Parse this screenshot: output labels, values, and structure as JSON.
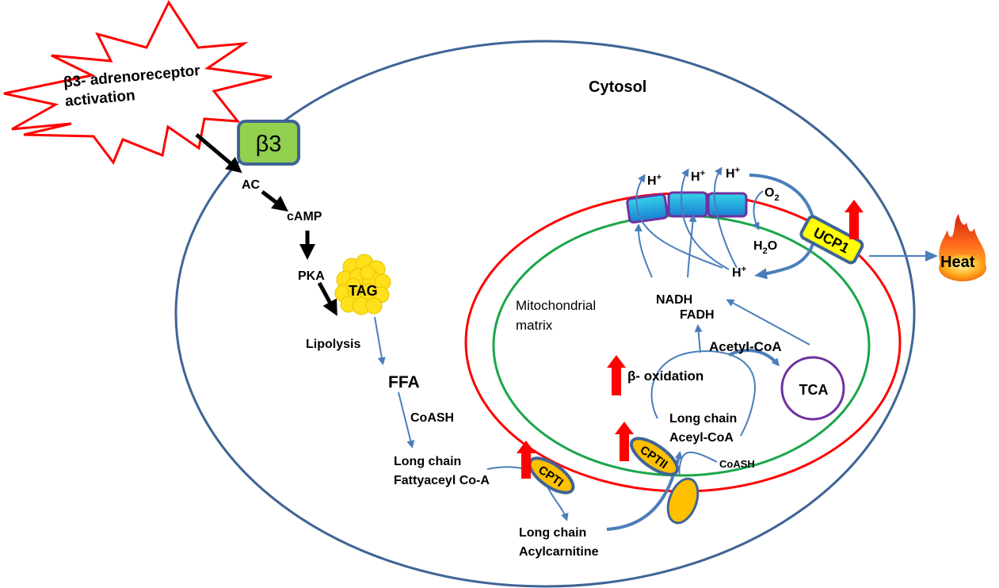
{
  "title": "Beta3-adrenoreceptor activation and mitochondrial fatty acid oxidation / thermogenesis",
  "colors": {
    "cell_membrane": "#3f6496",
    "outer_mito_membrane": "#ff0000",
    "inner_mito_membrane": "#1aa64a",
    "flow_arrow": "#4a7ebb",
    "signal_arrow": "#000000",
    "increase_arrow": "#ff0000",
    "receptor_fill": "#92d050",
    "cpt_fill": "#ffc000",
    "ucp_fill": "#ffff00",
    "tca_ring": "#7030a0",
    "etc_fill": "#1fb6e0",
    "etc_border": "#7030a0",
    "tag_fill": "#ffe01a",
    "burst_stroke": "#ff0000"
  },
  "labels": {
    "activation_line1": "β3- adrenoreceptor",
    "activation_line2": "activation",
    "receptor": "β3",
    "cytosol": "Cytosol",
    "ac": "AC",
    "camp": "cAMP",
    "pka": "PKA",
    "tag": "TAG",
    "lipolysis": "Lipolysis",
    "ffa": "FFA",
    "coash_cytosol": "CoASH",
    "lcfa_line1": "Long chain",
    "lcfa_line2": "Fattyaceyl Co-A",
    "cpt1": "CPTI",
    "acylcarnitine_line1": "Long chain",
    "acylcarnitine_line2": "Acylcarnitine",
    "cpt2": "CPTII",
    "matrix_line1": "Mitochondrial",
    "matrix_line2": "matrix",
    "acylcoa_line1": "Long chain",
    "acylcoa_line2": "Aceyl-CoA",
    "coash_matrix": "CoASH",
    "beta_oxidation": "β- oxidation",
    "acetyl_coa": "Acetyl-CoA",
    "tca": "TCA",
    "nadh": "NADH",
    "fadh": "FADH",
    "h_plus_base": "H",
    "h_plus_sup": "+",
    "o2_base": "O",
    "o2_sub": "2",
    "h2o_h": "H",
    "h2o_sub": "2",
    "h2o_o": "O",
    "ucp1": "UCP1",
    "heat": "Heat"
  }
}
